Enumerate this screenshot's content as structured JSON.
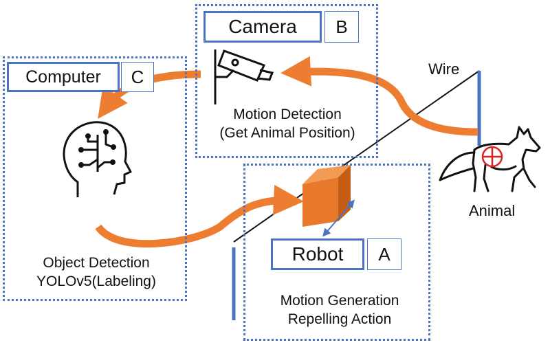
{
  "camera": {
    "title": "Camera",
    "letter": "B",
    "caption_line1": "Motion Detection",
    "caption_line2": "(Get Animal Position)"
  },
  "computer": {
    "title": "Computer",
    "letter": "C",
    "caption_line1": "Object Detection",
    "caption_line2": "YOLOv5(Labeling)"
  },
  "robot": {
    "title": "Robot",
    "letter": "A",
    "caption_line1": "Motion Generation",
    "caption_line2": "Repelling Action"
  },
  "wire_label": "Wire",
  "animal_label": "Animal",
  "colors": {
    "frame_blue": "#4a73c2",
    "arrow_orange": "#ed7d31",
    "robot_orange": "#e8782a",
    "target_red": "#e02020"
  },
  "icons": [
    "camera-icon",
    "head-brain-icon",
    "fox-icon",
    "crosshair-icon",
    "robot-block-icon"
  ]
}
